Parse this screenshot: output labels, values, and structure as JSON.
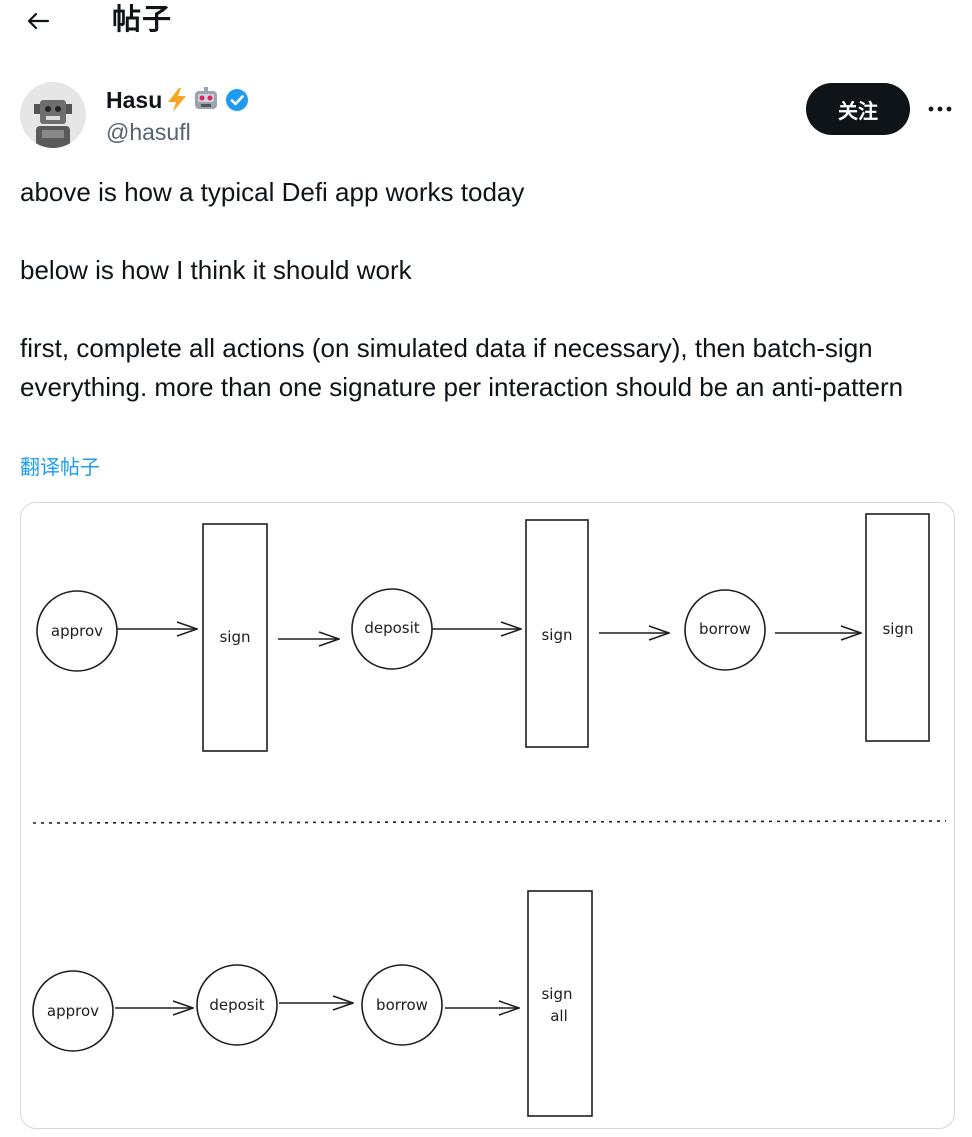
{
  "header": {
    "title": "帖子",
    "back_icon": "arrow-left-icon"
  },
  "author": {
    "name": "Hasu",
    "badges": [
      "lightning-emoji",
      "robot-emoji",
      "verified-badge-icon"
    ],
    "handle": "@hasufl",
    "avatar_icon": "robot-avatar"
  },
  "actions": {
    "follow_label": "关注",
    "more_icon": "more-horizontal-icon"
  },
  "post": {
    "paragraphs": [
      "above is how a typical Defi app works today",
      "below is how I think it should work",
      "first, complete all actions (on simulated data if necessary), then batch-sign everything. more than one signature per interaction should be an anti-pattern"
    ],
    "translate_label": "翻译帖子"
  },
  "diagram": {
    "top_flow": [
      "approv",
      "sign",
      "deposit",
      "sign",
      "borrow",
      "sign"
    ],
    "bottom_flow": [
      "approv",
      "deposit",
      "borrow",
      "sign all"
    ],
    "sign_all_lines": [
      "sign",
      "all"
    ]
  },
  "colors": {
    "accent": "#1d9bf0",
    "text": "#0f1419",
    "muted": "#536471",
    "border": "#cfd9de"
  }
}
